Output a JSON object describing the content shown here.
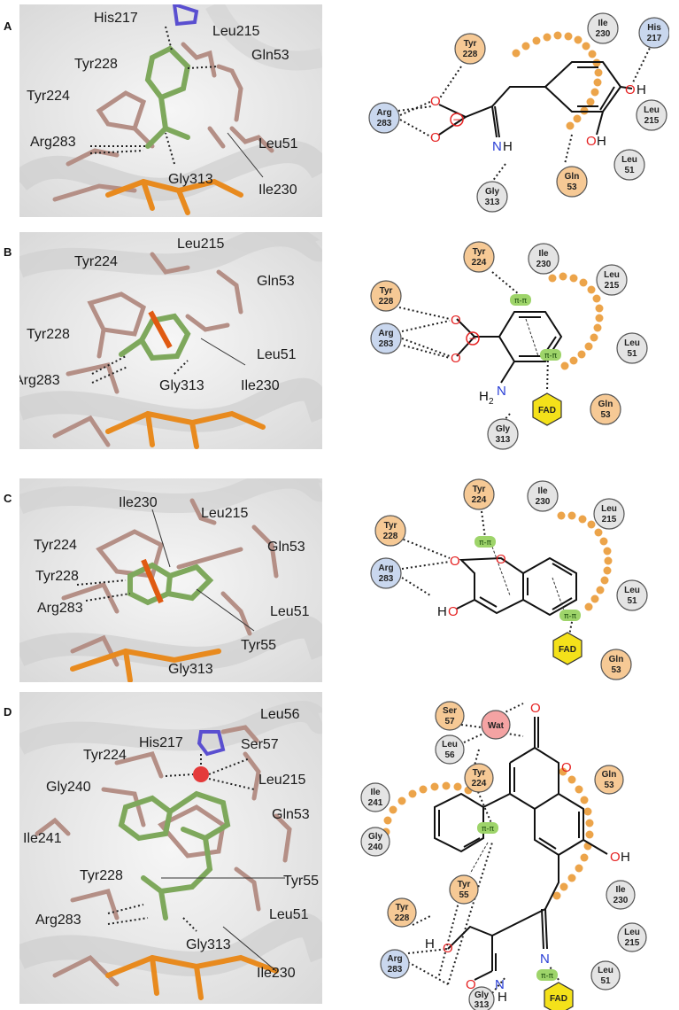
{
  "colors": {
    "tan_residue": "#f6c995",
    "blue_residue": "#c9d7ee",
    "grey_residue": "#e4e4e4",
    "water": "#f4a3a3",
    "fad": "#f4e11a",
    "pi_badge": "#9ed46a",
    "hydrophobic_dots": "#eca44a",
    "ligand_green": "#7ea85c",
    "protein_sticks": "#b48f86",
    "fad_orange": "#e88a1e",
    "oxygen": "#e52222",
    "nitrogen": "#2a3fd6"
  },
  "panels": [
    {
      "letter": "A",
      "render_labels": [
        "His217",
        "Leu215",
        "Tyr228",
        "Gln53",
        "Tyr224",
        "Leu51",
        "Arg283",
        "Gly313",
        "Ile230"
      ],
      "residues": [
        {
          "name": "Tyr",
          "num": "228",
          "color": "tan"
        },
        {
          "name": "Ile",
          "num": "230",
          "color": "grey"
        },
        {
          "name": "His",
          "num": "217",
          "color": "blue"
        },
        {
          "name": "Arg",
          "num": "283",
          "color": "blue"
        },
        {
          "name": "Leu",
          "num": "215",
          "color": "grey"
        },
        {
          "name": "Gln",
          "num": "53",
          "color": "tan"
        },
        {
          "name": "Leu",
          "num": "51",
          "color": "grey"
        },
        {
          "name": "Gly",
          "num": "313",
          "color": "grey"
        }
      ],
      "atoms": [
        "O",
        "O",
        "O",
        "O",
        "N",
        "H",
        "H",
        "H"
      ],
      "charges": [
        "−"
      ],
      "pi_labels": []
    },
    {
      "letter": "B",
      "render_labels": [
        "Leu215",
        "Tyr224",
        "Gln53",
        "Tyr228",
        "Leu51",
        "Arg283",
        "Gly313",
        "Ile230"
      ],
      "residues": [
        {
          "name": "Tyr",
          "num": "224",
          "color": "tan"
        },
        {
          "name": "Ile",
          "num": "230",
          "color": "grey"
        },
        {
          "name": "Tyr",
          "num": "228",
          "color": "tan"
        },
        {
          "name": "Leu",
          "num": "215",
          "color": "grey"
        },
        {
          "name": "Arg",
          "num": "283",
          "color": "blue"
        },
        {
          "name": "Leu",
          "num": "51",
          "color": "grey"
        },
        {
          "name": "Gln",
          "num": "53",
          "color": "tan"
        },
        {
          "name": "Gly",
          "num": "313",
          "color": "grey"
        }
      ],
      "atoms": [
        "O",
        "O",
        "N",
        "H",
        "2"
      ],
      "charges": [
        "−"
      ],
      "pi_labels": [
        "π-π",
        "π-π"
      ],
      "fad": "FAD"
    },
    {
      "letter": "C",
      "render_labels": [
        "Ile230",
        "Leu215",
        "Tyr224",
        "Gln53",
        "Tyr228",
        "Leu51",
        "Arg283",
        "Tyr55",
        "Gly313"
      ],
      "residues": [
        {
          "name": "Tyr",
          "num": "228",
          "color": "tan"
        },
        {
          "name": "Tyr",
          "num": "224",
          "color": "tan"
        },
        {
          "name": "Ile",
          "num": "230",
          "color": "grey"
        },
        {
          "name": "Leu",
          "num": "215",
          "color": "grey"
        },
        {
          "name": "Arg",
          "num": "283",
          "color": "blue"
        },
        {
          "name": "Leu",
          "num": "51",
          "color": "grey"
        },
        {
          "name": "Gln",
          "num": "53",
          "color": "tan"
        }
      ],
      "atoms": [
        "O",
        "O",
        "H",
        "O"
      ],
      "charges": [],
      "pi_labels": [
        "π-π",
        "π-π"
      ],
      "fad": "FAD"
    },
    {
      "letter": "D",
      "render_labels": [
        "His217",
        "Leu56",
        "Tyr224",
        "Ser57",
        "Gly240",
        "Leu215",
        "Ile241",
        "Gln53",
        "Tyr228",
        "Tyr55",
        "Arg283",
        "Leu51",
        "Gly313",
        "Ile230"
      ],
      "residues": [
        {
          "name": "Ser",
          "num": "57",
          "color": "tan"
        },
        {
          "name": "Leu",
          "num": "56",
          "color": "grey"
        },
        {
          "name": "Tyr",
          "num": "224",
          "color": "tan"
        },
        {
          "name": "Gln",
          "num": "53",
          "color": "tan"
        },
        {
          "name": "Ile",
          "num": "241",
          "color": "grey"
        },
        {
          "name": "Gly",
          "num": "240",
          "color": "grey"
        },
        {
          "name": "Tyr",
          "num": "55",
          "color": "tan"
        },
        {
          "name": "Tyr",
          "num": "228",
          "color": "tan"
        },
        {
          "name": "Ile",
          "num": "230",
          "color": "grey"
        },
        {
          "name": "Arg",
          "num": "283",
          "color": "blue"
        },
        {
          "name": "Leu",
          "num": "215",
          "color": "grey"
        },
        {
          "name": "Leu",
          "num": "51",
          "color": "grey"
        },
        {
          "name": "Gly",
          "num": "313",
          "color": "grey"
        }
      ],
      "water": "Wat",
      "atoms": [
        "O",
        "O",
        "O",
        "H",
        "O",
        "O",
        "N",
        "H",
        "N",
        "H"
      ],
      "charges": [],
      "pi_labels": [
        "π-π",
        "π-π"
      ],
      "fad": "FAD"
    }
  ]
}
